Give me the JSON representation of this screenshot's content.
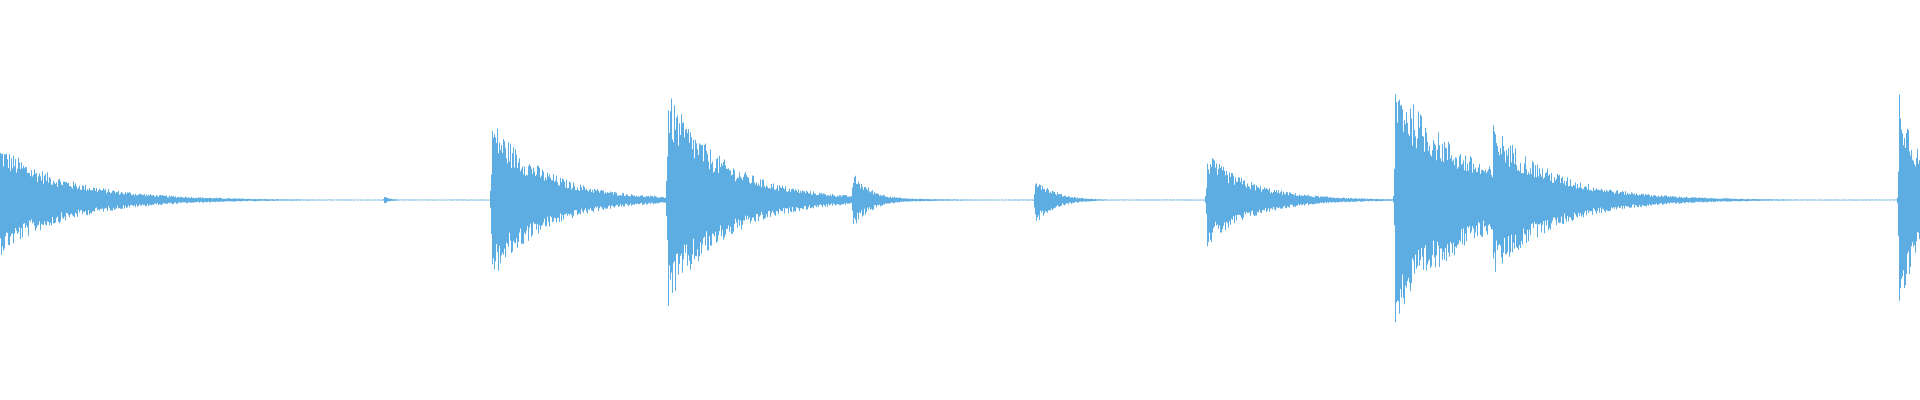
{
  "waveform": {
    "color": "#5dade2",
    "background": "#ffffff",
    "transients": [
      {
        "time_fraction": 0.0,
        "peak": 0.45,
        "decay": 0.035
      },
      {
        "time_fraction": 0.2,
        "peak": 0.03,
        "decay": 0.004
      },
      {
        "time_fraction": 0.256,
        "peak": 0.66,
        "decay": 0.028
      },
      {
        "time_fraction": 0.3475,
        "peak": 0.88,
        "decay": 0.03
      },
      {
        "time_fraction": 0.444,
        "peak": 0.23,
        "decay": 0.01
      },
      {
        "time_fraction": 0.539,
        "peak": 0.2,
        "decay": 0.01
      },
      {
        "time_fraction": 0.6285,
        "peak": 0.38,
        "decay": 0.024
      },
      {
        "time_fraction": 0.7265,
        "peak": 1.0,
        "decay": 0.038
      },
      {
        "time_fraction": 0.7775,
        "peak": 0.62,
        "decay": 0.032
      },
      {
        "time_fraction": 0.8545,
        "peak": 0.08,
        "decay": 0.005
      },
      {
        "time_fraction": 0.989,
        "peak": 0.95,
        "decay": 0.012
      }
    ]
  }
}
